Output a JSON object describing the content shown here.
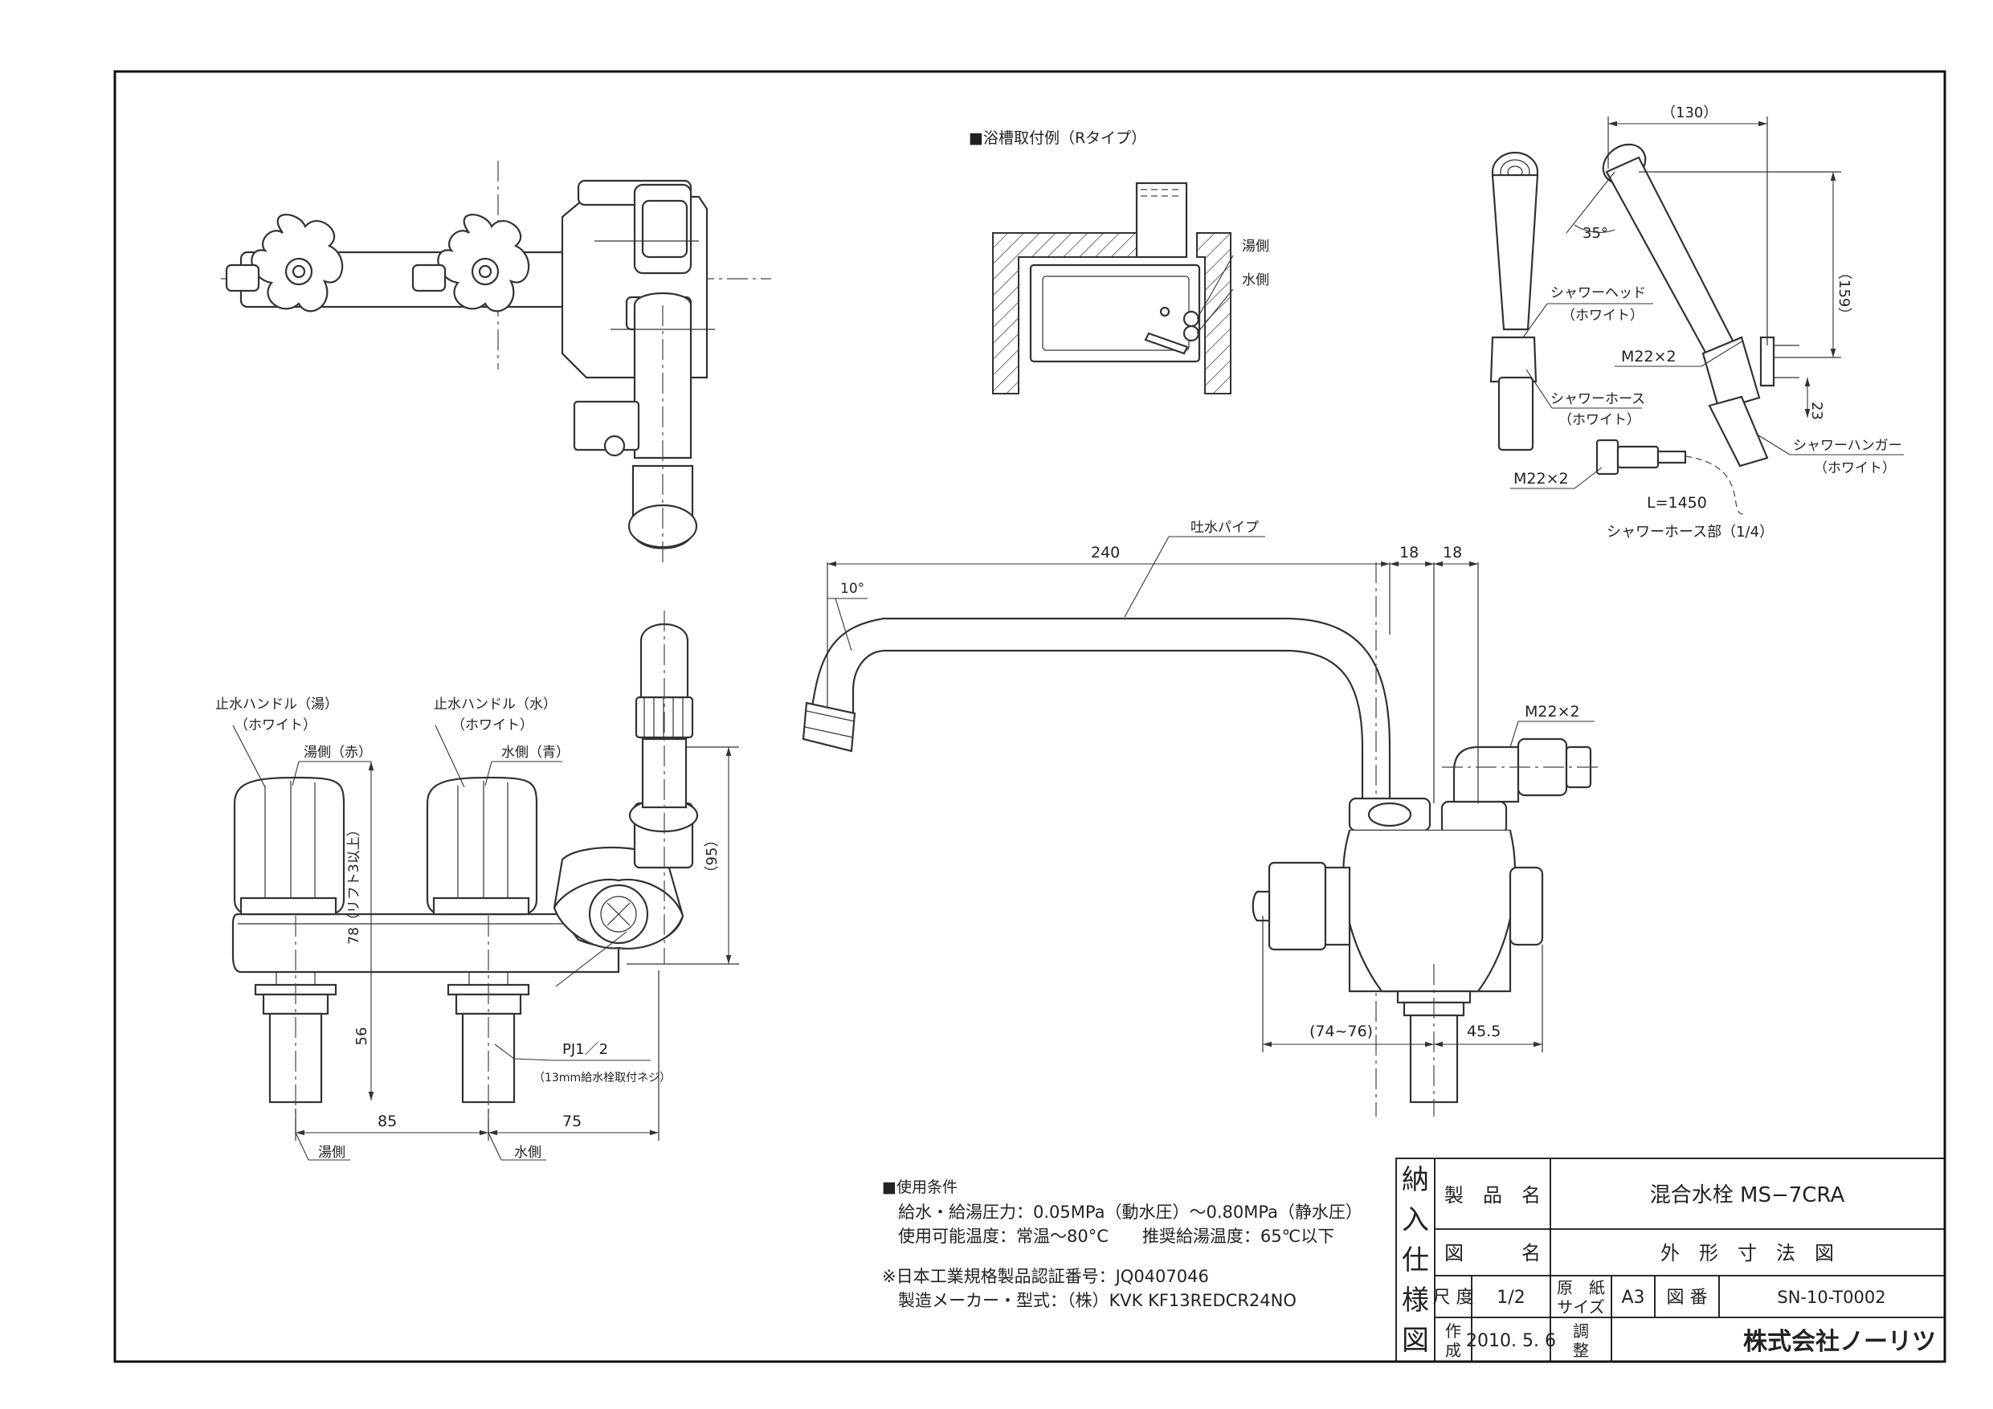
{
  "bath_example": {
    "title": "■浴槽取付例（Rタイプ）",
    "hot_label": "湯側",
    "cold_label": "水側"
  },
  "shower": {
    "head_label": "シャワーヘッド",
    "head_color": "（ホワイト）",
    "hose_label": "シャワーホース",
    "hose_color": "（ホワイト）",
    "hanger_label": "シャワーハンガー",
    "hanger_color": "（ホワイト）",
    "thread_1": "M22×2",
    "thread_2": "M22×2",
    "hose_length": "L=1450",
    "caption": "シャワーホース部（1/4）",
    "dim_130": "（130）",
    "dim_159": "（159）",
    "dim_23": "23",
    "angle_35": "35°"
  },
  "front_view": {
    "hot_handle_label": "止水ハンドル（湯）",
    "hot_handle_color": "（ホワイト）",
    "cold_handle_label": "止水ハンドル（水）",
    "cold_handle_color": "（ホワイト）",
    "hot_red": "湯側（赤）",
    "cold_blue": "水側（青）",
    "lift_note": "78（リフト3以上）",
    "dim_95": "（95）",
    "dim_56": "56",
    "thread_pj": "PJ1／2",
    "thread_note": "（13mm給水栓取付ネジ）",
    "dim_85": "85",
    "dim_75": "75",
    "hot_side": "湯側",
    "cold_side": "水側"
  },
  "side_view": {
    "spout_label": "吐水パイプ",
    "dim_240": "240",
    "dim_18a": "18",
    "dim_18b": "18",
    "angle_10": "10°",
    "thread": "M22×2",
    "dim_74_76": "(74~76)",
    "dim_45_5": "45.5"
  },
  "conditions": {
    "heading": "■使用条件",
    "line1": "給水・給湯圧力：0.05MPa（動水圧）～0.80MPa（静水圧）",
    "line2": "使用可能温度：常温～80°C　　推奨給湯温度：65℃以下",
    "cert": "※日本工業規格製品認証番号：JQ0407046",
    "maker": "製造メーカー・型式：（株）KVK KF13REDCR24NO"
  },
  "title_block": {
    "vertical_label": [
      "納",
      "入",
      "仕",
      "様",
      "図"
    ],
    "product_label": "製　品　名",
    "product_value": "混合水栓 MS−7CRA",
    "drawing_label": "図　　　名",
    "drawing_value": "外　形　寸　法　図",
    "scale_label": "尺 度",
    "scale_value": "1/2",
    "paper_label_1": "原　紙",
    "paper_label_2": "サイズ",
    "paper_value": "A3",
    "number_label": "図 番",
    "number_value": "SN-10-T0002",
    "made_label_1": "作",
    "made_label_2": "成",
    "made_value": "2010. 5. 6",
    "adjust_label_1": "調",
    "adjust_label_2": "整",
    "company": "株式会社ノーリツ"
  }
}
